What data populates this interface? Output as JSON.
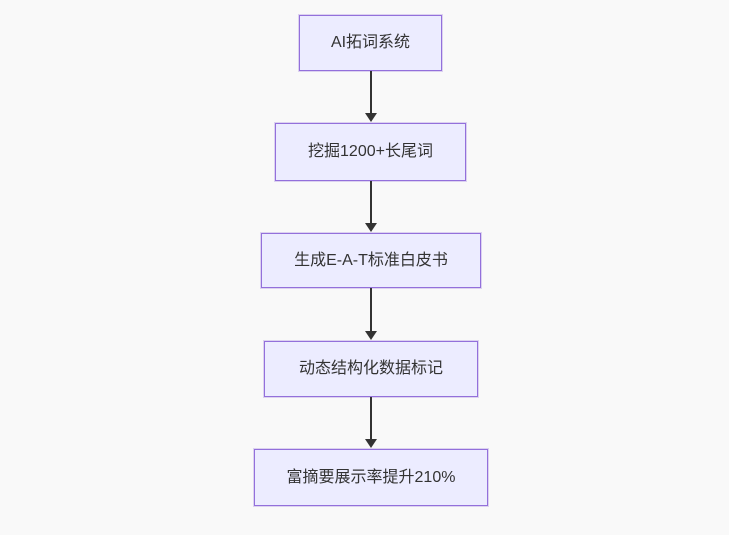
{
  "flowchart": {
    "direction": "top-down",
    "colors": {
      "background": "#f9f9f9",
      "node_fill": "#ECECFF",
      "node_border": "#9370DB",
      "text": "#333333",
      "arrow": "#333333"
    },
    "nodes": [
      {
        "label": "AI拓词系统"
      },
      {
        "label": "挖掘1200+长尾词"
      },
      {
        "label": "生成E-A-T标准白皮书"
      },
      {
        "label": "动态结构化数据标记"
      },
      {
        "label": "富摘要展示率提升210%"
      }
    ],
    "edges": [
      {
        "from": 0,
        "to": 1,
        "arrow_icon": "down-arrow-icon"
      },
      {
        "from": 1,
        "to": 2,
        "arrow_icon": "down-arrow-icon"
      },
      {
        "from": 2,
        "to": 3,
        "arrow_icon": "down-arrow-icon"
      },
      {
        "from": 3,
        "to": 4,
        "arrow_icon": "down-arrow-icon"
      }
    ]
  }
}
